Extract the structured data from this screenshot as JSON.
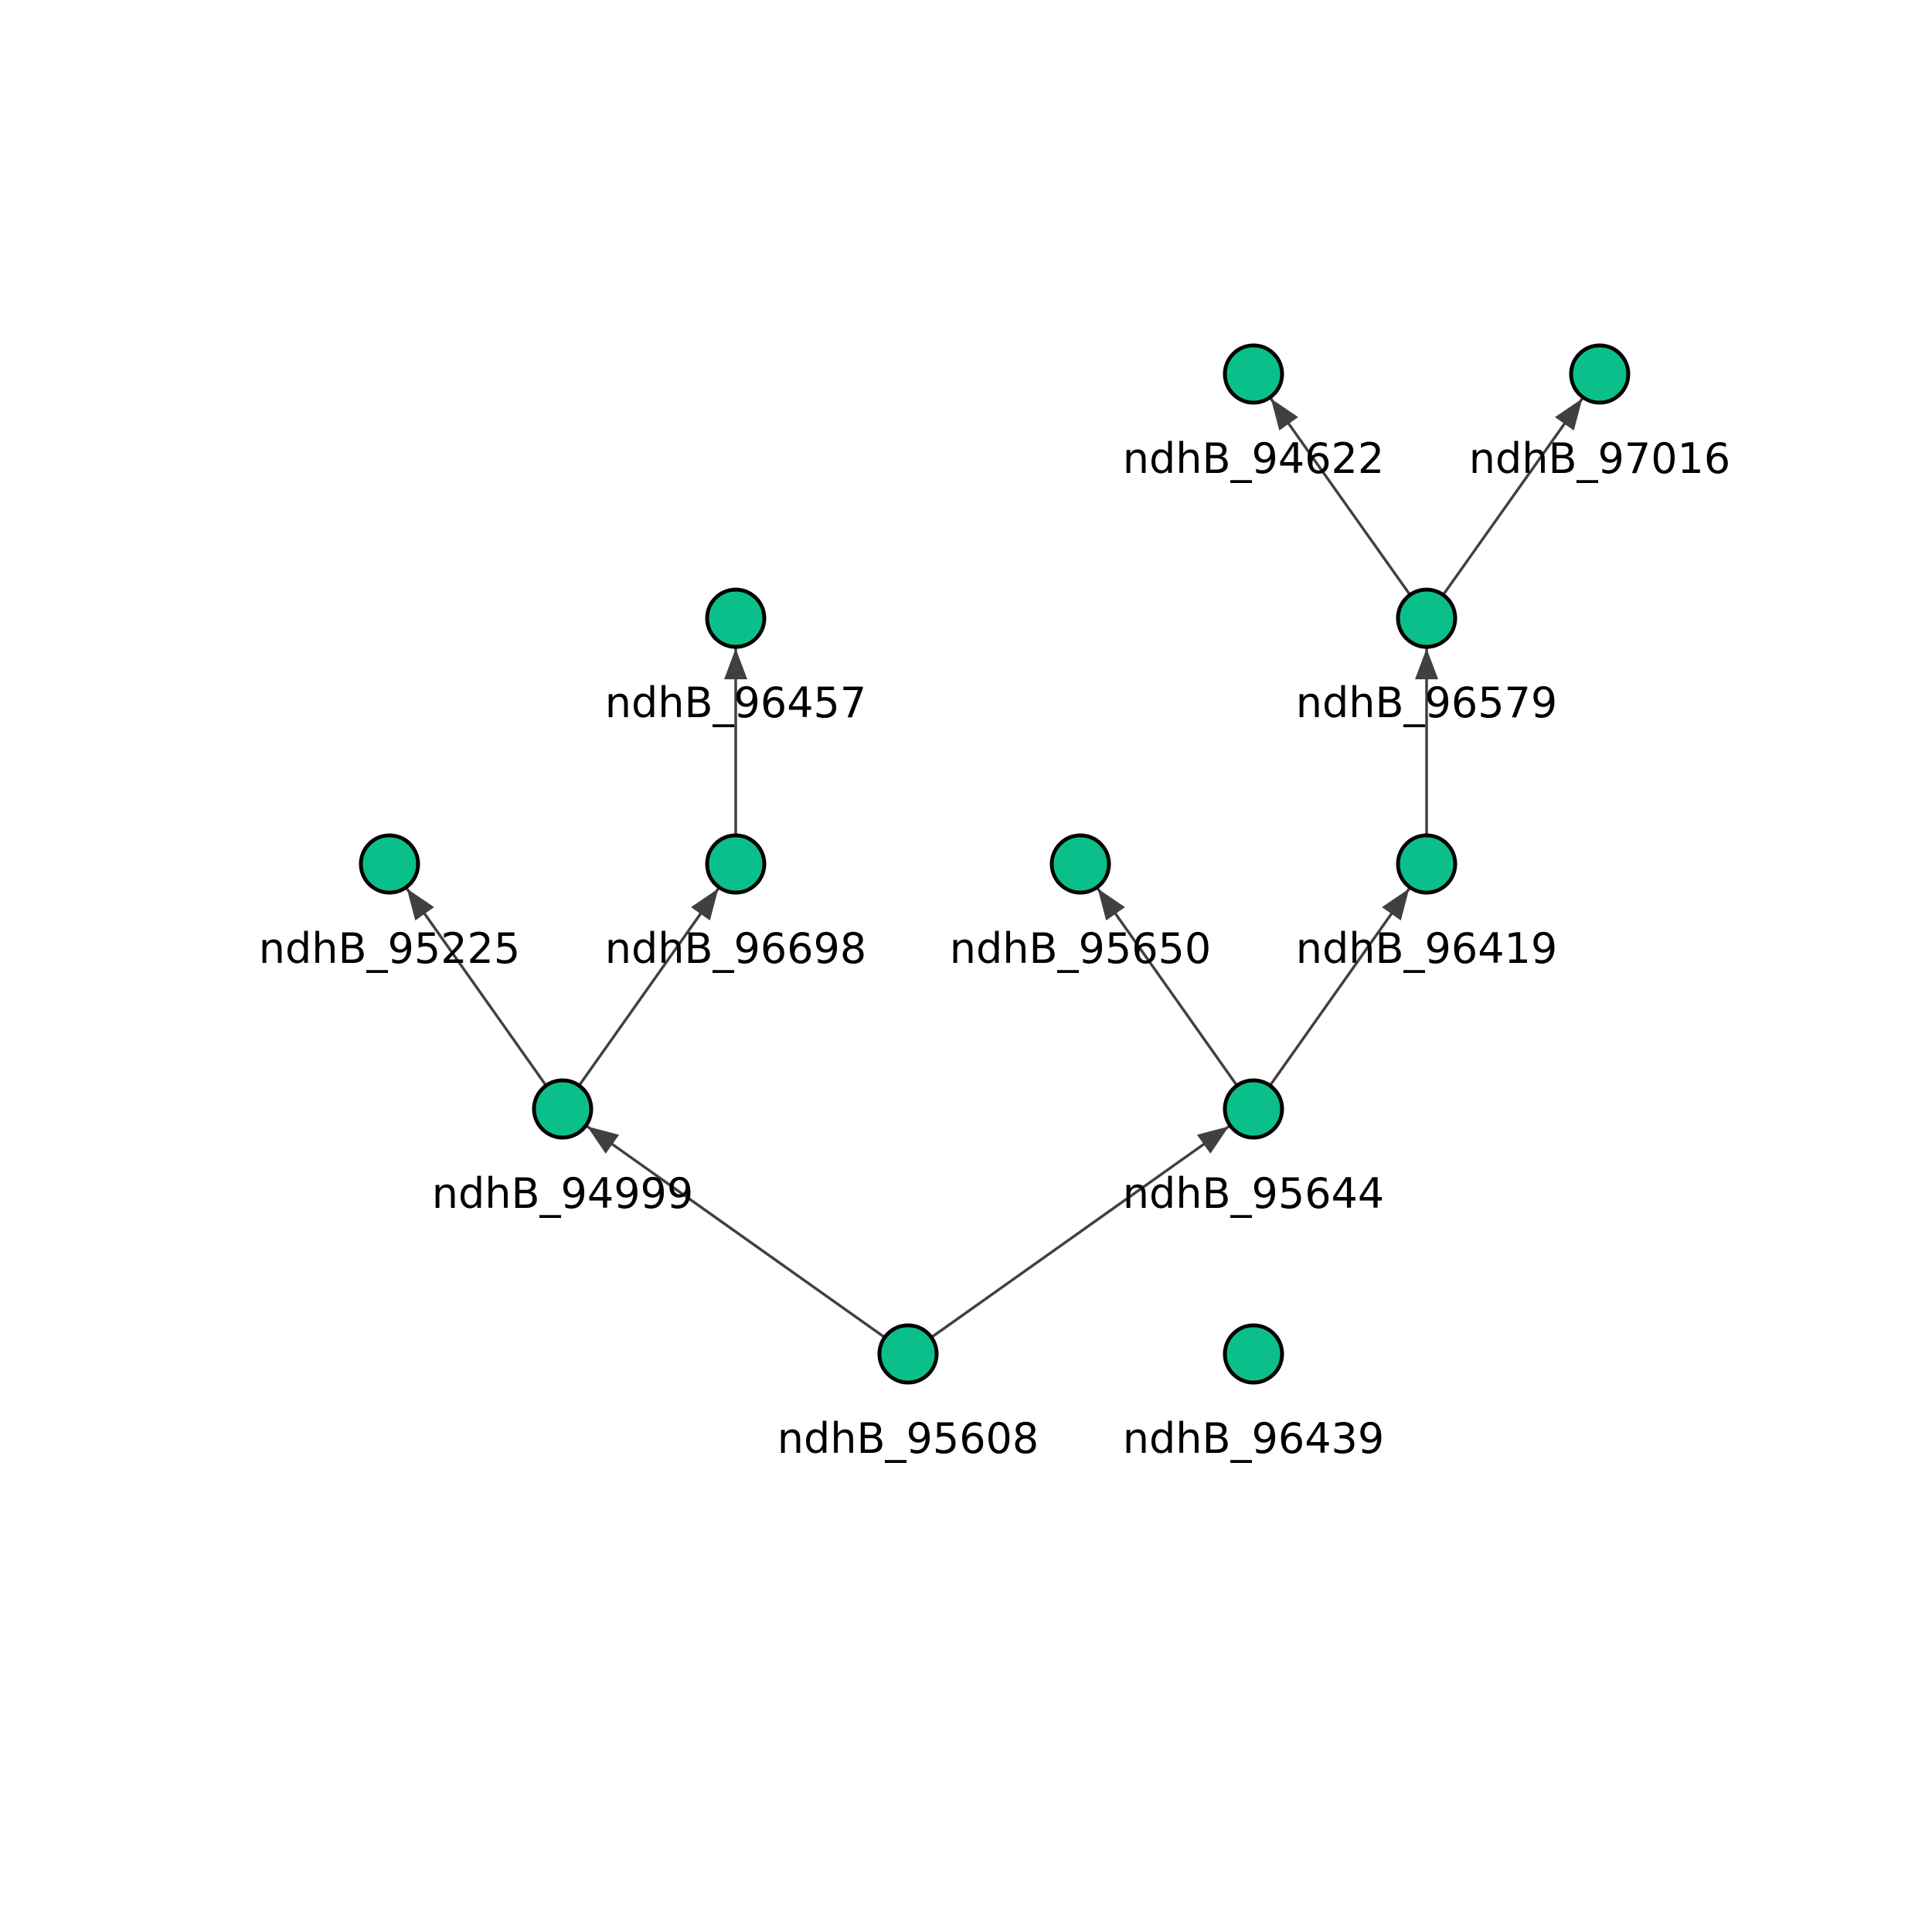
{
  "graph": {
    "node_color": "#0bbf8b",
    "node_outline_color": "#000000",
    "edge_color": "#404040",
    "nodes": [
      {
        "id": "ndhB_95608",
        "label": "ndhB_95608"
      },
      {
        "id": "ndhB_96439",
        "label": "ndhB_96439"
      },
      {
        "id": "ndhB_94999",
        "label": "ndhB_94999"
      },
      {
        "id": "ndhB_95644",
        "label": "ndhB_95644"
      },
      {
        "id": "ndhB_95225",
        "label": "ndhB_95225"
      },
      {
        "id": "ndhB_96698",
        "label": "ndhB_96698"
      },
      {
        "id": "ndhB_95650",
        "label": "ndhB_95650"
      },
      {
        "id": "ndhB_96419",
        "label": "ndhB_96419"
      },
      {
        "id": "ndhB_96457",
        "label": "ndhB_96457"
      },
      {
        "id": "ndhB_96579",
        "label": "ndhB_96579"
      },
      {
        "id": "ndhB_94622",
        "label": "ndhB_94622"
      },
      {
        "id": "ndhB_97016",
        "label": "ndhB_97016"
      }
    ],
    "edges": [
      {
        "from": "ndhB_95608",
        "to": "ndhB_94999"
      },
      {
        "from": "ndhB_95608",
        "to": "ndhB_95644"
      },
      {
        "from": "ndhB_94999",
        "to": "ndhB_95225"
      },
      {
        "from": "ndhB_94999",
        "to": "ndhB_96698"
      },
      {
        "from": "ndhB_96698",
        "to": "ndhB_96457"
      },
      {
        "from": "ndhB_95644",
        "to": "ndhB_95650"
      },
      {
        "from": "ndhB_95644",
        "to": "ndhB_96419"
      },
      {
        "from": "ndhB_96419",
        "to": "ndhB_96579"
      },
      {
        "from": "ndhB_96579",
        "to": "ndhB_94622"
      },
      {
        "from": "ndhB_96579",
        "to": "ndhB_97016"
      }
    ]
  }
}
